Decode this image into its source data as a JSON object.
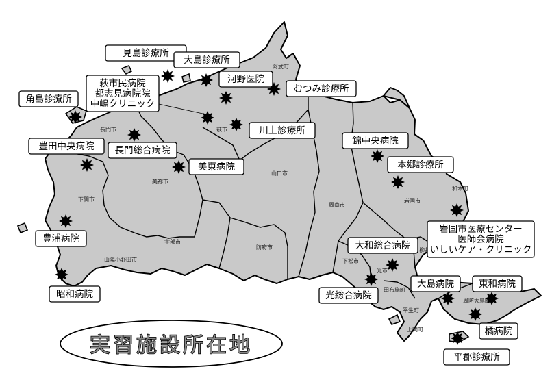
{
  "title": "実習施設所在地",
  "facilities": [
    {
      "id": "mishima",
      "lines": [
        "見島診療所"
      ]
    },
    {
      "id": "oshima-n",
      "lines": [
        "大島診療所"
      ]
    },
    {
      "id": "kono",
      "lines": [
        "河野医院"
      ]
    },
    {
      "id": "mutsumi",
      "lines": [
        "むつみ診療所"
      ]
    },
    {
      "id": "hagi",
      "lines": [
        "萩市民病院",
        "都志見病院院",
        "中嶋クリニック"
      ]
    },
    {
      "id": "tsunoshima",
      "lines": [
        "角島診療所"
      ]
    },
    {
      "id": "kawakami",
      "lines": [
        "川上診療所"
      ]
    },
    {
      "id": "toyota",
      "lines": [
        "豊田中央病院"
      ]
    },
    {
      "id": "nagato",
      "lines": [
        "長門総合病院"
      ]
    },
    {
      "id": "mito",
      "lines": [
        "美東病院"
      ]
    },
    {
      "id": "nishiki",
      "lines": [
        "錦中央病院"
      ]
    },
    {
      "id": "hongo",
      "lines": [
        "本郷診療所"
      ]
    },
    {
      "id": "iwakuni",
      "lines": [
        "岩国市医療センター",
        "医師会病院",
        "いしいケア・クリニック"
      ]
    },
    {
      "id": "toyoura",
      "lines": [
        "豊浦病院"
      ]
    },
    {
      "id": "yamato",
      "lines": [
        "大和総合病院"
      ]
    },
    {
      "id": "hikari",
      "lines": [
        "光総合病院"
      ]
    },
    {
      "id": "oshima-s",
      "lines": [
        "大島病院"
      ]
    },
    {
      "id": "towa",
      "lines": [
        "東和病院"
      ]
    },
    {
      "id": "showa",
      "lines": [
        "昭和病院"
      ]
    },
    {
      "id": "tachibana",
      "lines": [
        "橘病院"
      ]
    },
    {
      "id": "heigun",
      "lines": [
        "平郡診療所"
      ]
    }
  ],
  "cities": [
    {
      "id": "abu",
      "label": "阿武町"
    },
    {
      "id": "nagato",
      "label": "長門市"
    },
    {
      "id": "hagi",
      "label": "萩市"
    },
    {
      "id": "mine",
      "label": "美祢市"
    },
    {
      "id": "yamaguchi",
      "label": "山口市"
    },
    {
      "id": "shunan",
      "label": "周南市"
    },
    {
      "id": "shimonoseki",
      "label": "下関市"
    },
    {
      "id": "ube",
      "label": "宇部市"
    },
    {
      "id": "sanyo-onoda",
      "label": "山陽小野田市"
    },
    {
      "id": "hofu",
      "label": "防府市"
    },
    {
      "id": "kudamatsu",
      "label": "下松市"
    },
    {
      "id": "hikari",
      "label": "光市"
    },
    {
      "id": "tabuse",
      "label": "田布施町"
    },
    {
      "id": "hirao",
      "label": "平生町"
    },
    {
      "id": "yanai",
      "label": "柳井市"
    },
    {
      "id": "kaminoseki",
      "label": "上関町"
    },
    {
      "id": "suo-oshima",
      "label": "周防大島町"
    },
    {
      "id": "iwakuni",
      "label": "岩国市"
    },
    {
      "id": "waki",
      "label": "和木町"
    }
  ]
}
